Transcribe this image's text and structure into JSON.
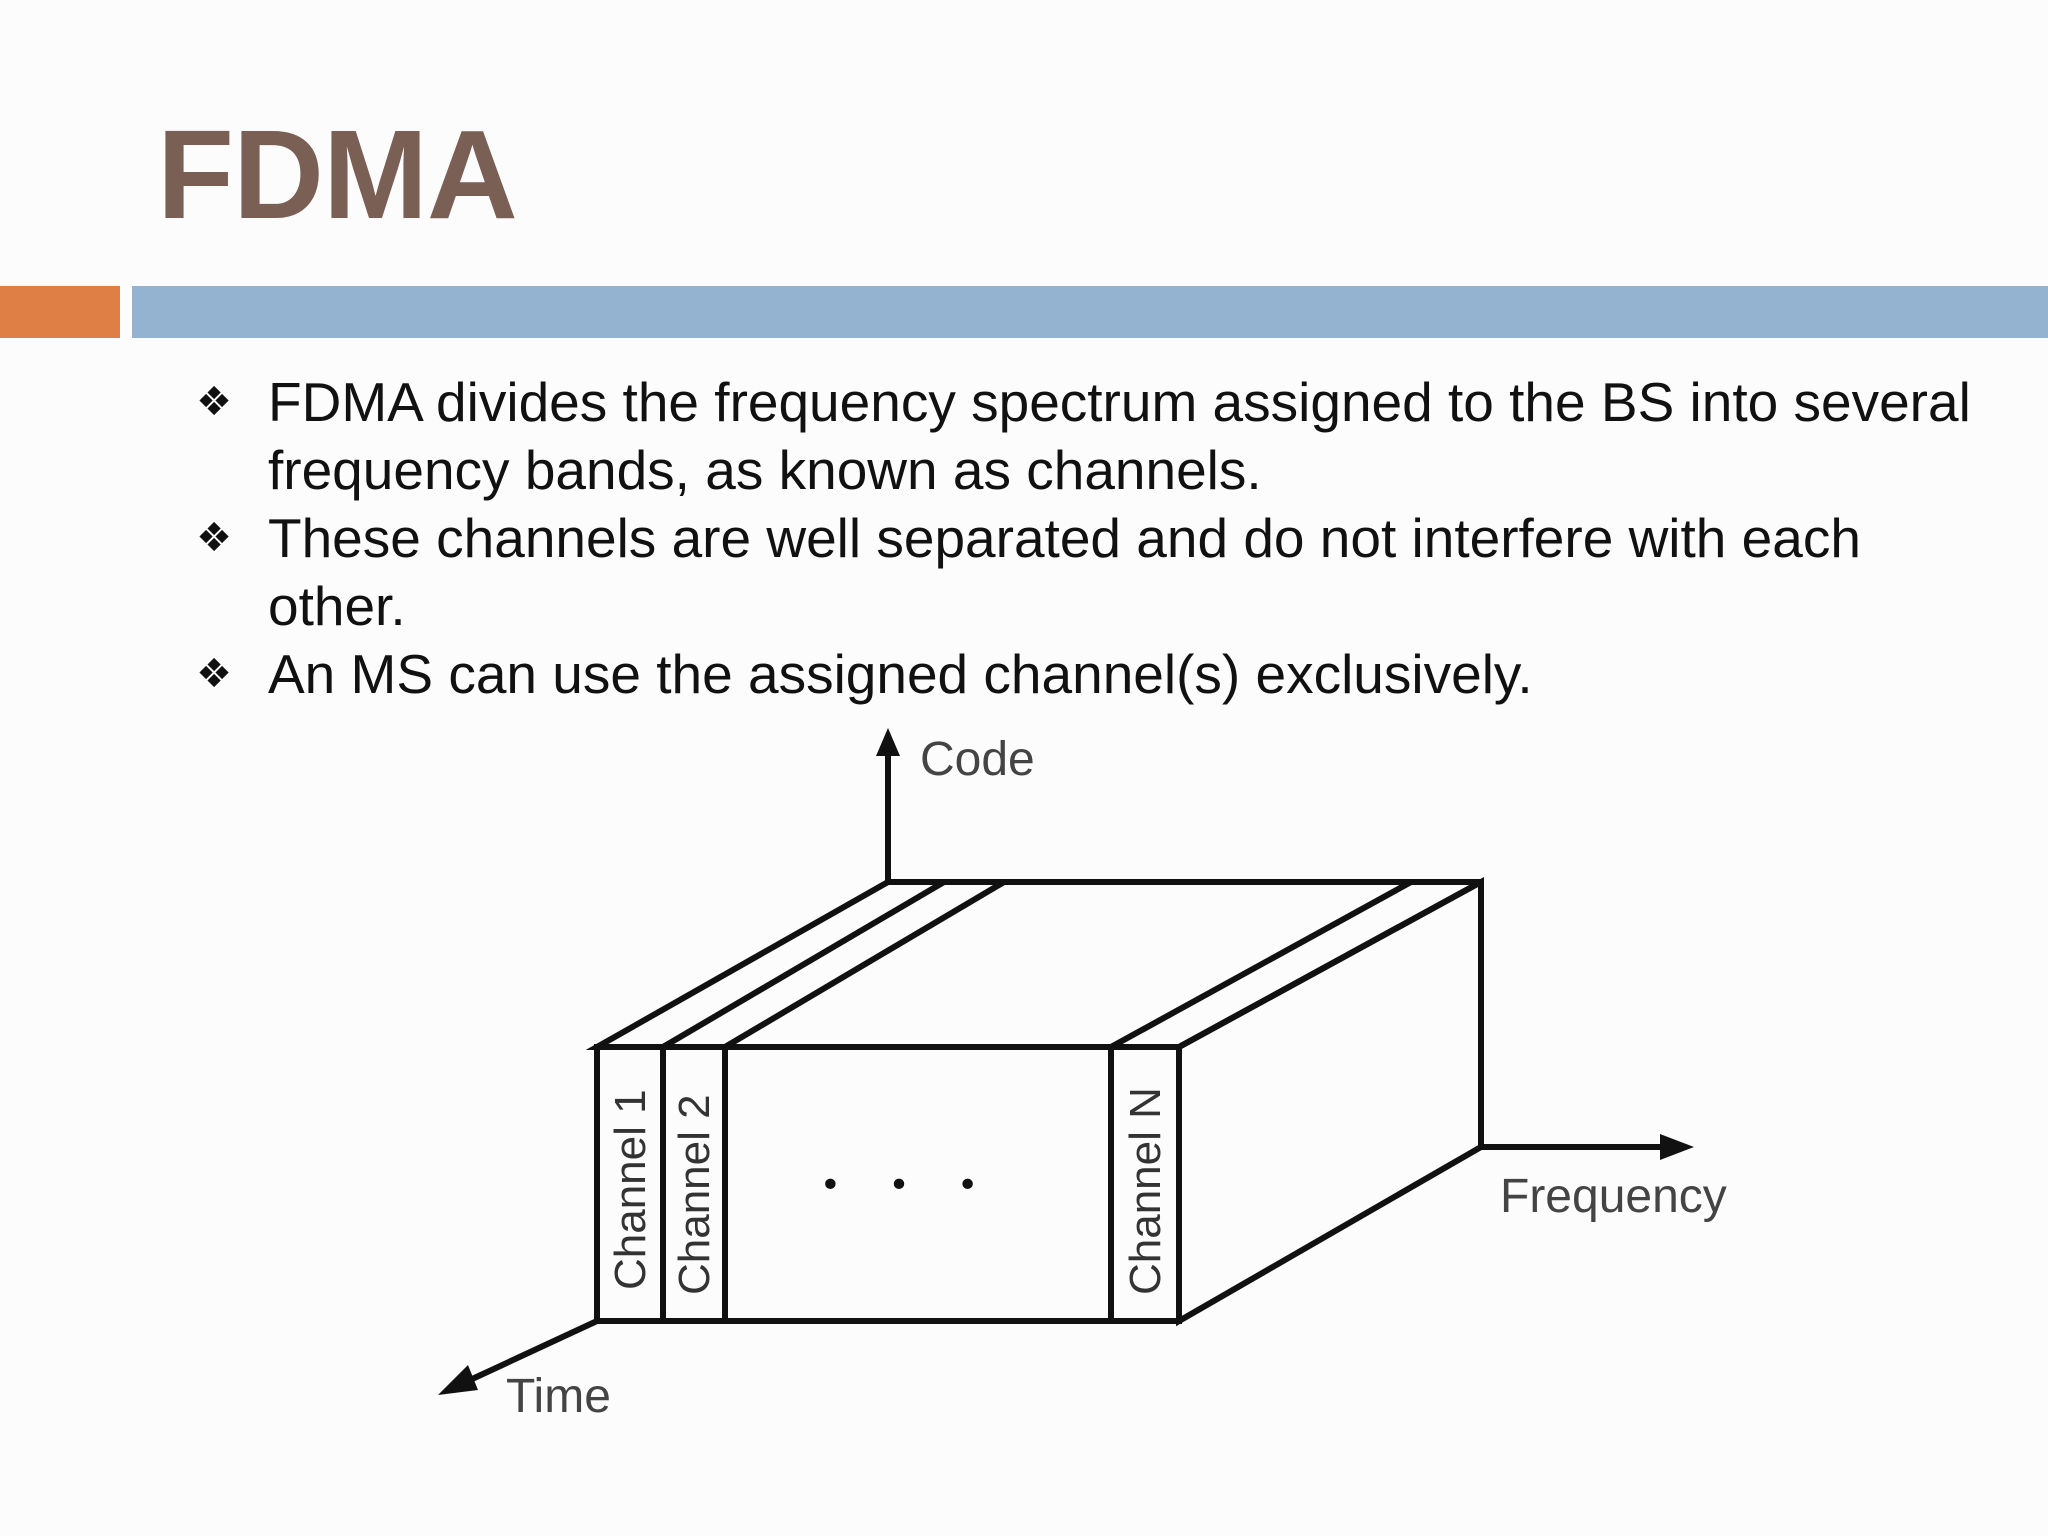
{
  "slide": {
    "title": "FDMA",
    "colors": {
      "title": "#7a5f55",
      "accent_orange": "#e07f45",
      "accent_blue": "#93b3d0"
    },
    "bullet_icon": "four-diamond-bullet-icon",
    "bullets": [
      "FDMA divides the frequency spectrum assigned to the BS into several frequency bands, as known as channels.",
      "These channels are well separated and do not interfere with each other.",
      "An MS can use the assigned channel(s) exclusively."
    ]
  },
  "diagram": {
    "axes": {
      "code": "Code",
      "frequency": "Frequency",
      "time": "Time"
    },
    "channels": [
      "Channel 1",
      "Channel 2",
      "Channel N"
    ],
    "ellipsis": "• • •"
  }
}
